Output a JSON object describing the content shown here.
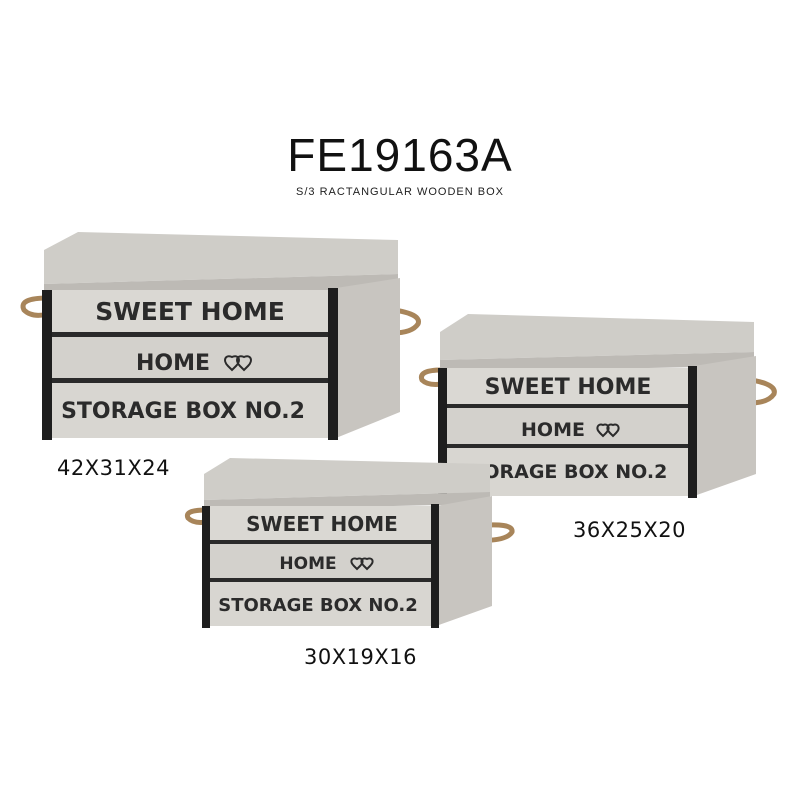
{
  "product": {
    "code": "FE19163A",
    "description": "S/3  RACTANGULAR  WOODEN BOX"
  },
  "box_print": {
    "line1": "SWEET HOME",
    "line2": "HOME",
    "line3": "STORAGE BOX NO.2"
  },
  "sizes": {
    "large": "42X31X24",
    "medium": "36X25X20",
    "small": "30X19X16"
  },
  "colors": {
    "wood": "#d6d4d0",
    "wood_dark": "#bcb9b4",
    "metal": "#1e1e1e",
    "rope": "#a8855a",
    "ink": "#2b2b2b"
  }
}
